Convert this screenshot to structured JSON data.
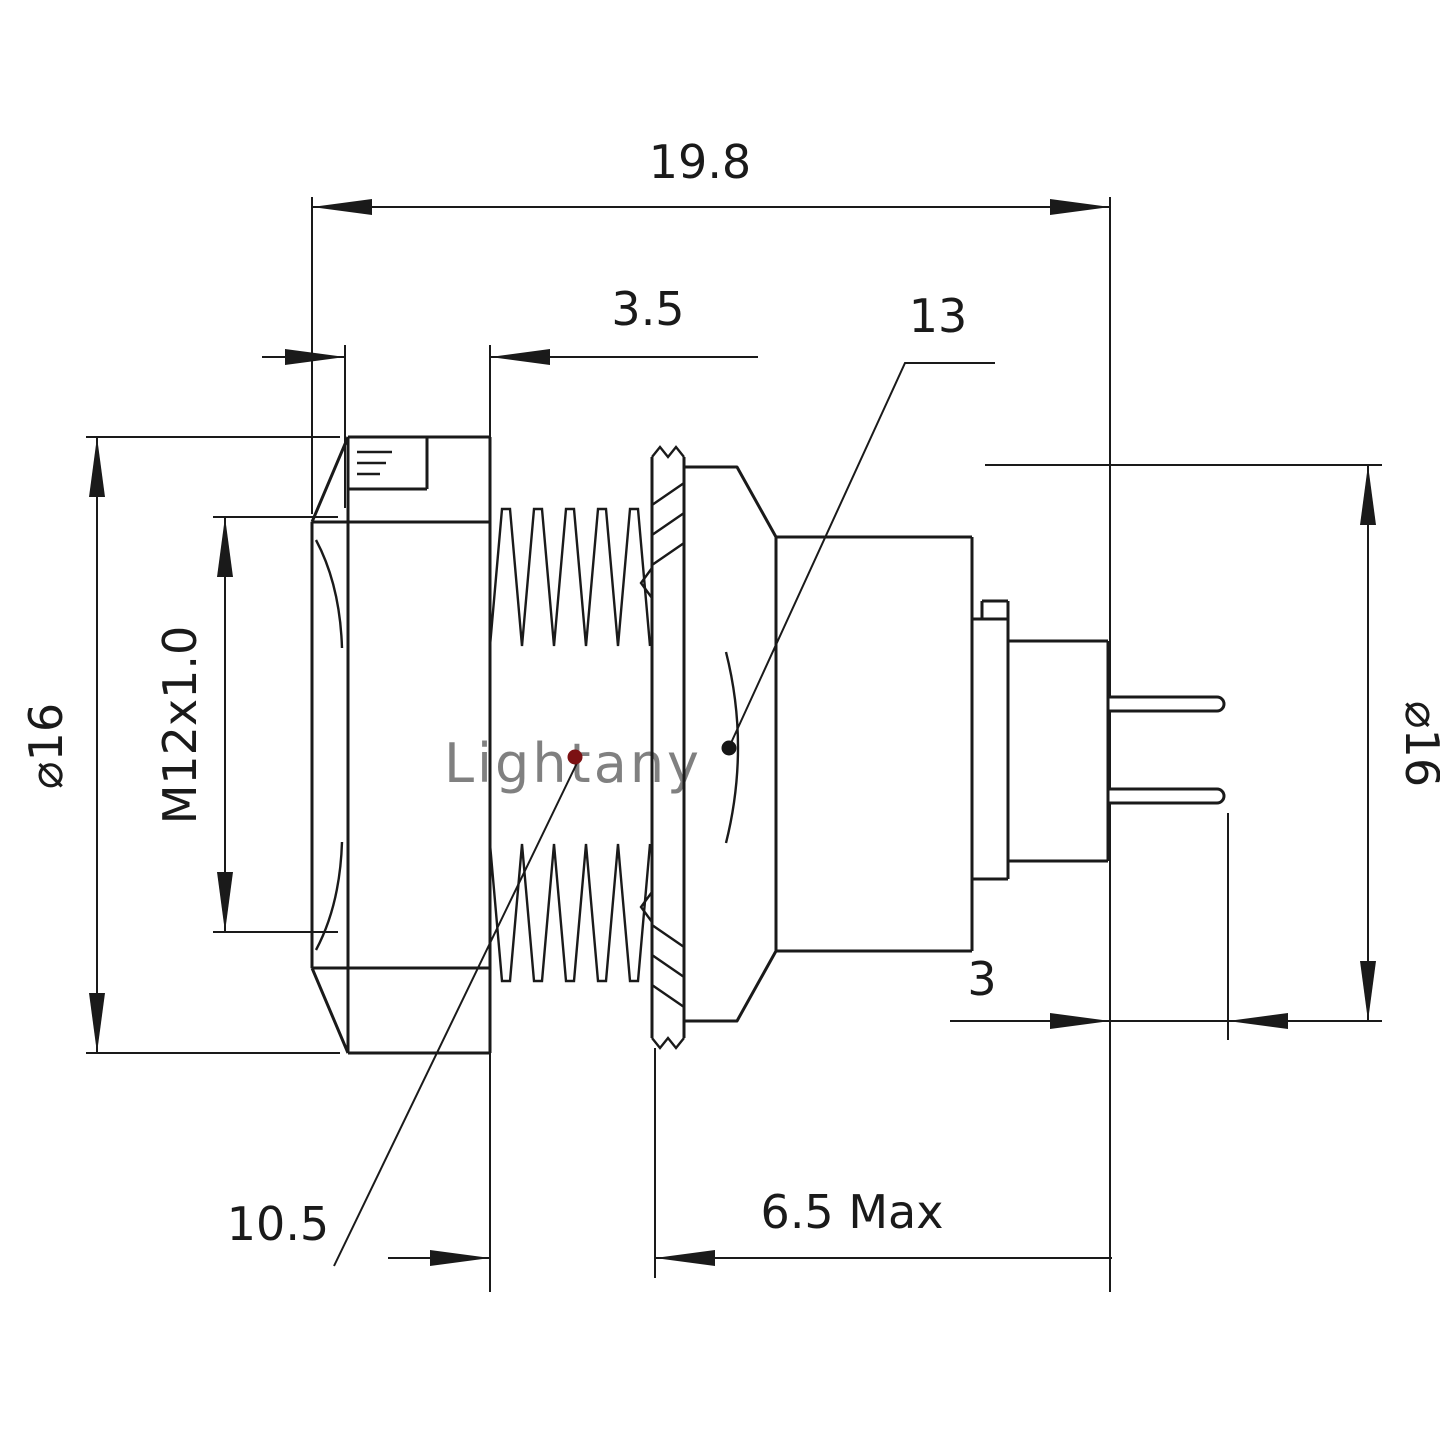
{
  "drawing": {
    "watermark": "Lightany",
    "labels": {
      "total_length": "19.8",
      "hex_width": "3.5",
      "ref_right": "13",
      "front_diameter": "⌀16",
      "thread_spec": "M12x1.0",
      "rear_diameter": "⌀16",
      "pin_length": "3",
      "ref_left": "10.5",
      "mount_depth": "6.5 Max"
    },
    "colors": {
      "line": "#1a1a1a",
      "watermark": "#edb9b9",
      "dot_left": "#7c1113",
      "dot_right": "#161616"
    }
  }
}
